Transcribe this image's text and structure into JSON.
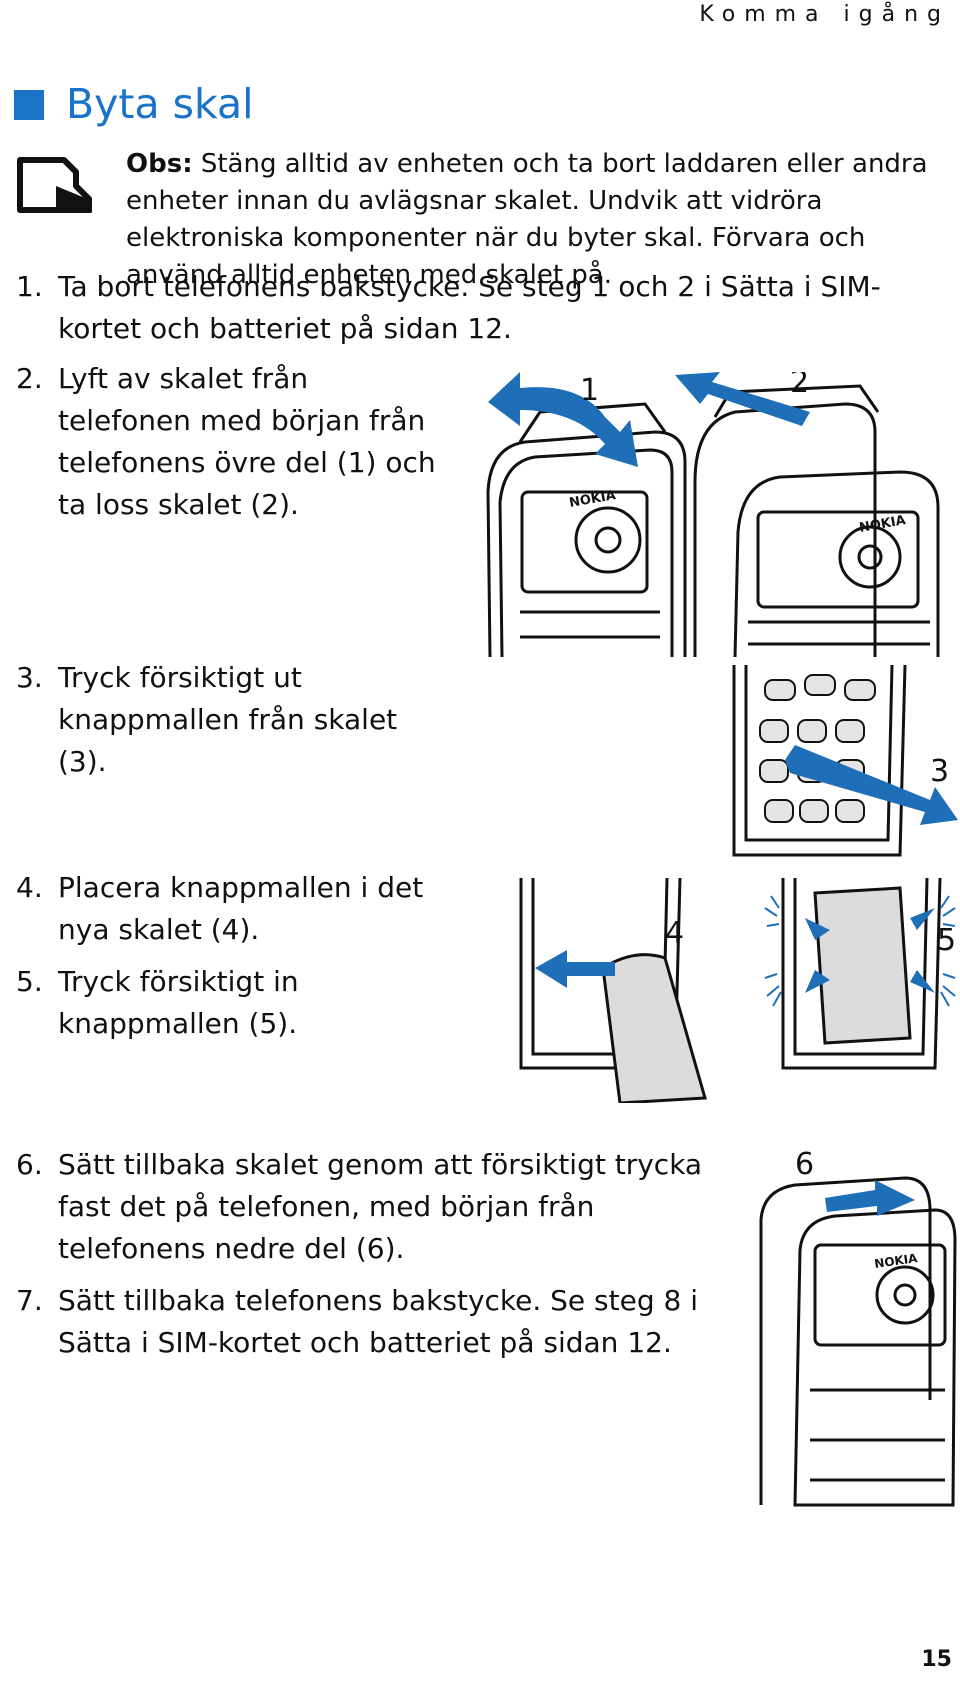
{
  "header": {
    "section": "Komma igång"
  },
  "section_title": "Byta skal",
  "note": {
    "label": "Obs:",
    "text": " Stäng alltid av enheten och ta bort laddaren eller andra enheter innan du avlägsnar skalet. Undvik att vidröra elektroniska komponenter när du byter skal. Förvara och använd alltid enheten med skalet på."
  },
  "steps": [
    {
      "num": "1.",
      "text": "Ta bort telefonens bakstycke. Se steg 1 och 2 i Sätta i SIM-kortet och batteriet på sidan 12."
    },
    {
      "num": "2.",
      "text": "Lyft av skalet från telefonen med början från telefonens övre del (1) och ta loss skalet (2)."
    },
    {
      "num": "3.",
      "text": "Tryck försiktigt ut knappmallen från skalet (3)."
    },
    {
      "num": "4.",
      "text": "Placera knappmallen i det nya skalet (4)."
    },
    {
      "num": "5.",
      "text": "Tryck försiktigt in knappmallen (5)."
    },
    {
      "num": "6.",
      "text": "Sätt tillbaka skalet genom att försiktigt trycka fast det på telefonen, med början från telefonens nedre del (6)."
    },
    {
      "num": "7.",
      "text": "Sätt tillbaka telefonens bakstycke. Se steg 8 i Sätta i SIM-kortet och batteriet på sidan 12."
    }
  ],
  "figure_labels": {
    "f1": "1",
    "f2": "2",
    "f3": "3",
    "f4": "4",
    "f5": "5",
    "f6": "6"
  },
  "brand_label": "NOKIA",
  "page_number": "15",
  "colors": {
    "accent": "#1a73c9",
    "arrow": "#1f6fb8"
  }
}
